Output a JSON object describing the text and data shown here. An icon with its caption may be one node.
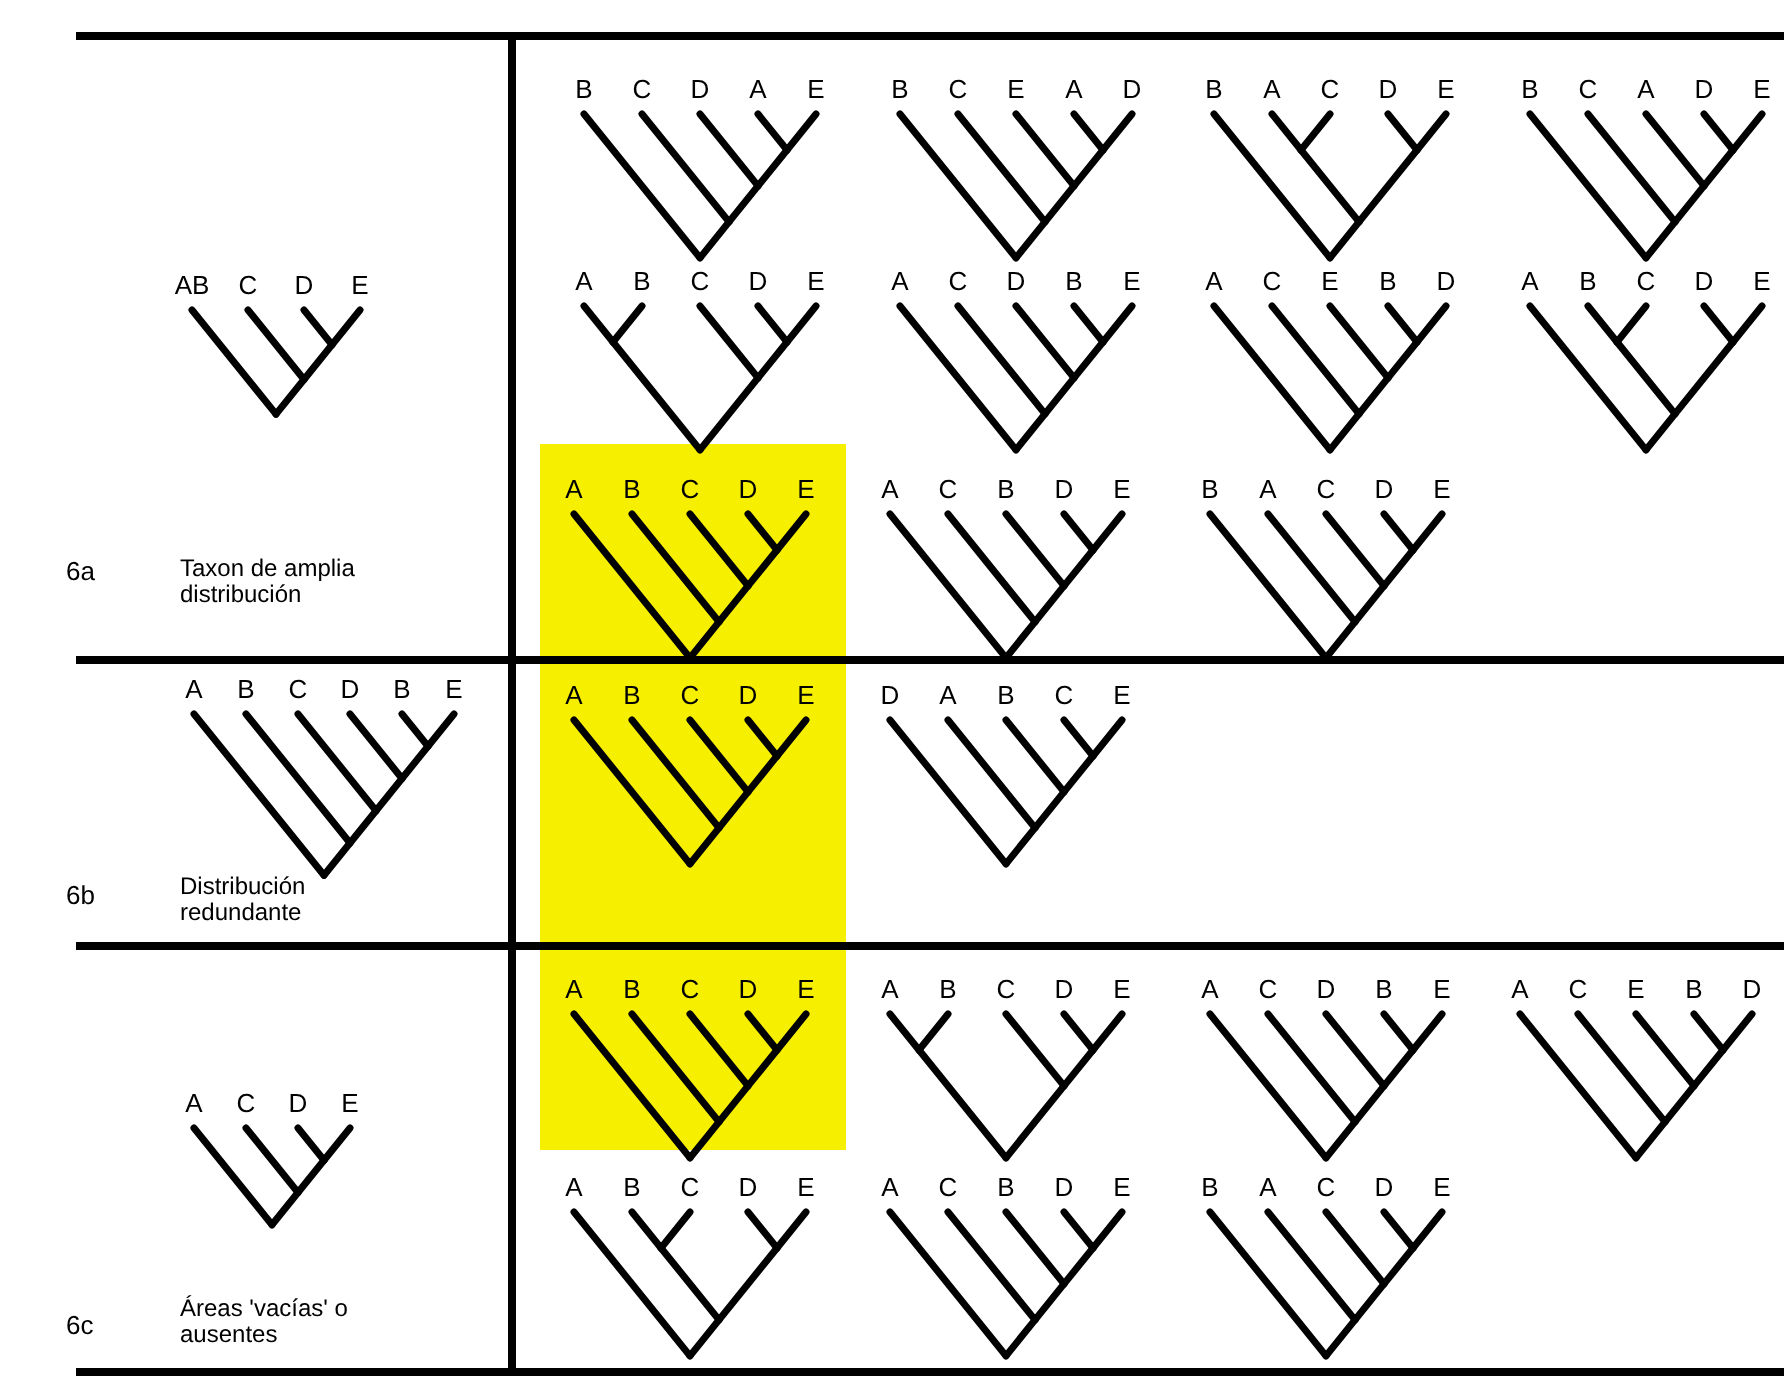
{
  "diagram": {
    "labels": [
      "B",
      "C",
      "D",
      "A",
      "E",
      "B",
      "C",
      "E",
      "A",
      "D",
      "B",
      "A",
      "C",
      "D",
      "E",
      "B",
      "C",
      "A",
      "D",
      "E",
      "AB",
      "C",
      "D",
      "E",
      "A",
      "B",
      "C",
      "D",
      "E",
      "A",
      "C",
      "D",
      "B",
      "E",
      "A",
      "C",
      "E",
      "B",
      "D",
      "A",
      "B",
      "C",
      "D",
      "E",
      "A",
      "B",
      "C",
      "D",
      "E",
      "A",
      "C",
      "B",
      "D",
      "E",
      "B",
      "A",
      "C",
      "D",
      "E",
      "6a",
      "Taxon de amplia distribución",
      "A",
      "B",
      "C",
      "D",
      "B",
      "E",
      "A",
      "B",
      "C",
      "D",
      "E",
      "D",
      "A",
      "B",
      "C",
      "E",
      "6b",
      "Distribución redundante",
      "A",
      "B",
      "C",
      "D",
      "E",
      "A",
      "B",
      "C",
      "D",
      "E",
      "A",
      "C",
      "D",
      "B",
      "E",
      "A",
      "C",
      "E",
      "B",
      "D",
      "A",
      "C",
      "D",
      "E",
      "A",
      "B",
      "C",
      "D",
      "E",
      "A",
      "C",
      "B",
      "D",
      "E",
      "B",
      "A",
      "C",
      "D",
      "E",
      "6c",
      "Áreas 'vacías' o ausentes"
    ]
  }
}
